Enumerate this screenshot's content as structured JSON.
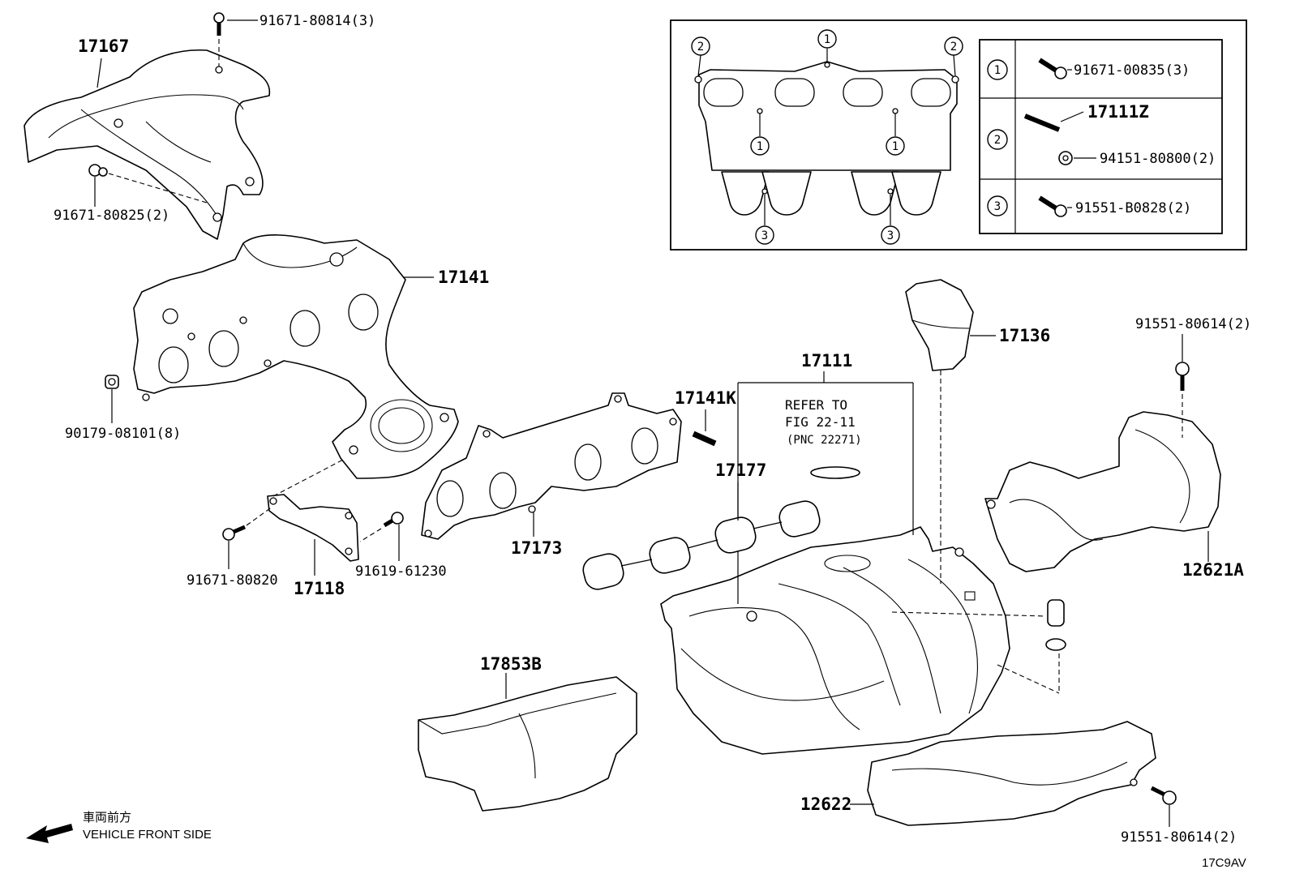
{
  "diagram_id": "17C9AV",
  "direction": {
    "japanese": "車両前方",
    "english": "VEHICLE FRONT SIDE"
  },
  "parts": {
    "heat_insulator_upper": "17167",
    "upper_bolt": "91671-80814(3)",
    "upper_nut": "91671-80825(2)",
    "exhaust_manifold": "17141",
    "manifold_nut": "90179-08101(8)",
    "exhaust_gasket": "17173",
    "stud": "17141K",
    "bracket": "17118",
    "bracket_bolt_left": "91671-80820",
    "bracket_bolt_right": "91619-61230",
    "intake_manifold": "17111",
    "intake_gasket": "17177",
    "cover": "17136",
    "insulator_right": "12621A",
    "insulator_right_bolt_top": "91551-80614(2)",
    "insulator_lower": "12622",
    "insulator_lower_bolt": "91551-80614(2)",
    "resonator": "17853B"
  },
  "reference_note": {
    "line1": "REFER TO",
    "line2": "FIG 22-11",
    "line3": "(PNC 22271)"
  },
  "inset": {
    "callouts": [
      "1",
      "2",
      "3"
    ],
    "legend": [
      {
        "key": "1",
        "part": "91671-00835(3)"
      },
      {
        "key": "2",
        "part": "17111Z",
        "part2": "94151-80800(2)"
      },
      {
        "key": "3",
        "part": "91551-B0828(2)"
      }
    ]
  }
}
